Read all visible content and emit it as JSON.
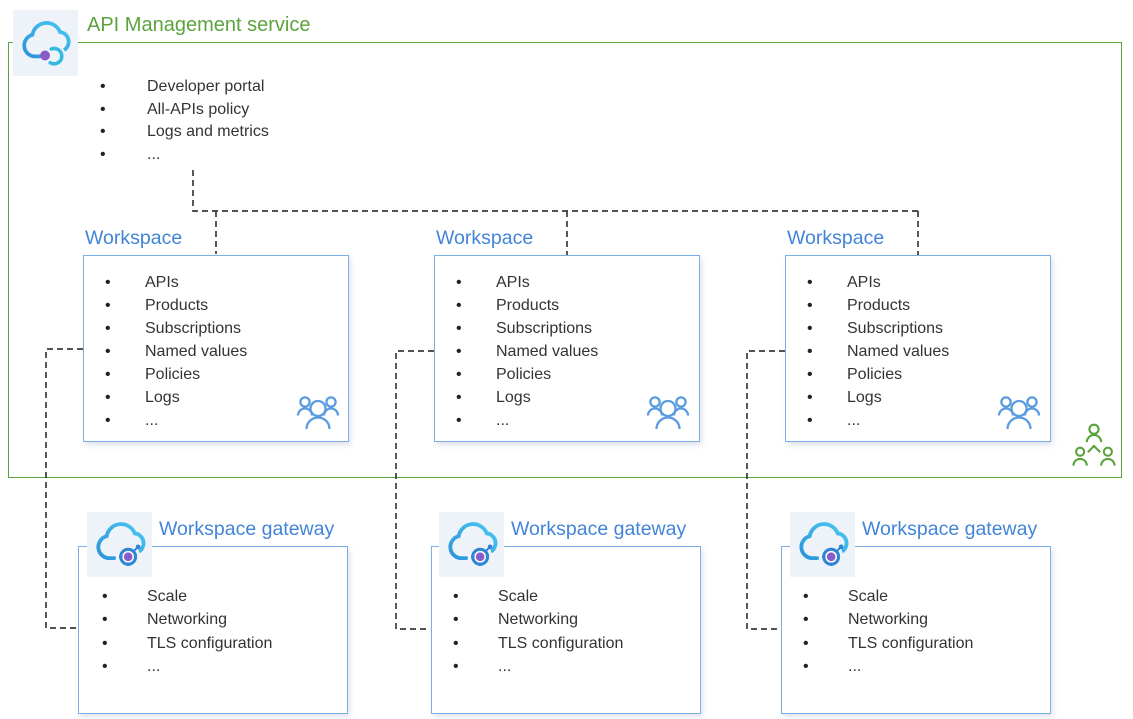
{
  "service": {
    "title": "API Management service",
    "items": [
      "Developer portal",
      "All-APIs policy",
      "Logs and metrics",
      "..."
    ]
  },
  "workspaces": [
    {
      "title": "Workspace",
      "items": [
        "APIs",
        "Products",
        "Subscriptions",
        "Named values",
        "Policies",
        "Logs",
        "..."
      ]
    },
    {
      "title": "Workspace",
      "items": [
        "APIs",
        "Products",
        "Subscriptions",
        "Named values",
        "Policies",
        "Logs",
        "..."
      ]
    },
    {
      "title": "Workspace",
      "items": [
        "APIs",
        "Products",
        "Subscriptions",
        "Named values",
        "Policies",
        "Logs",
        "..."
      ]
    }
  ],
  "gateways": [
    {
      "title": "Workspace gateway",
      "items": [
        "Scale",
        "Networking",
        "TLS configuration",
        "..."
      ]
    },
    {
      "title": "Workspace gateway",
      "items": [
        "Scale",
        "Networking",
        "TLS configuration",
        "..."
      ]
    },
    {
      "title": "Workspace gateway",
      "items": [
        "Scale",
        "Networking",
        "TLS configuration",
        "..."
      ]
    }
  ],
  "icons": {
    "service_icon": "api-management-cloud-icon",
    "workspace_members_icon": "team-people-icon",
    "gateway_icon": "workspace-gateway-cloud-icon",
    "collaborators_icon": "green-org-people-icon"
  },
  "colors": {
    "green": "#5ba33d",
    "blue_title": "#4284d9",
    "box_border": "#7aafe8",
    "text": "#333333",
    "dash": "#3a3a3a",
    "people_blue": "#5b9be0",
    "purple": "#8a5cc9",
    "icon_bg": "#eef3fa",
    "cloud_dark": "#2b93dc",
    "cloud_light": "#4ac8f0",
    "cloud_cyan": "#35b9e0",
    "bg": "#ffffff"
  }
}
